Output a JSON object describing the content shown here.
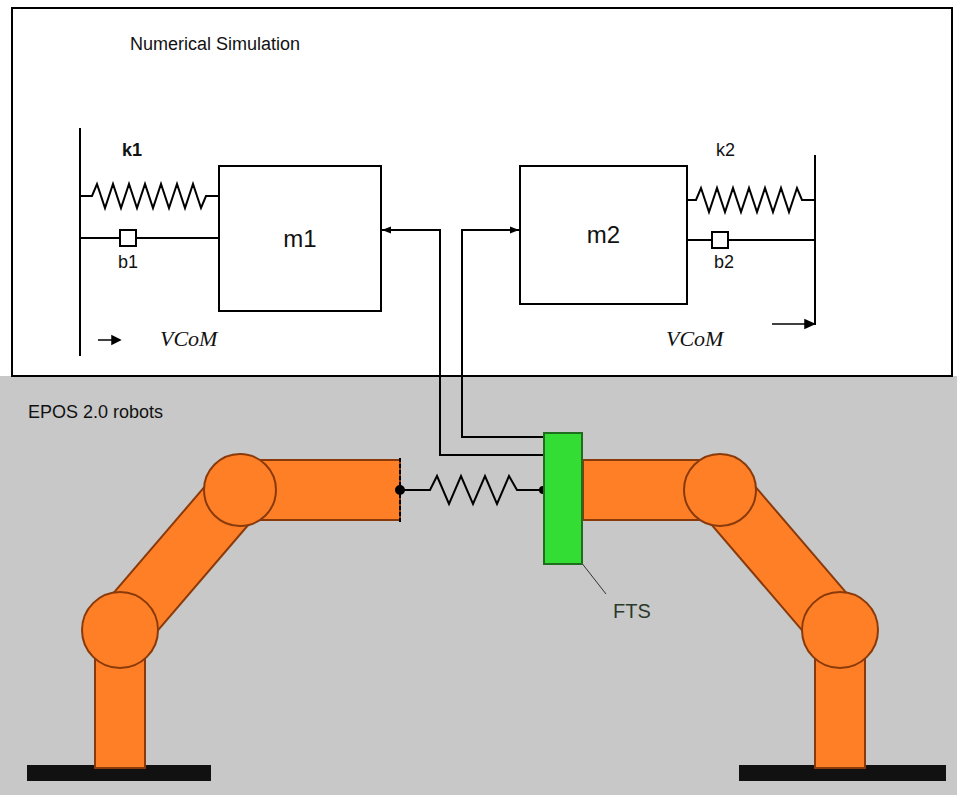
{
  "diagram": {
    "nodes": [
      {
        "text": [
          "Numerical Simulation"
        ]
      },
      {
        "text": [
          "m1"
        ],
        "in": 0
      },
      {
        "text": [
          "m2"
        ],
        "in": 0
      },
      {
        "text": [
          "EPOS 2.0 robots"
        ]
      },
      {
        "text": [
          "FTS"
        ],
        "in": 3
      }
    ],
    "edges": [
      {
        "from": 4,
        "to": 1,
        "arrow": "to"
      },
      {
        "from": 4,
        "to": 2,
        "arrow": "to"
      }
    ],
    "labels": [
      "k1",
      "b1",
      "k2",
      "b2",
      "VCoM",
      "VCoM"
    ]
  }
}
